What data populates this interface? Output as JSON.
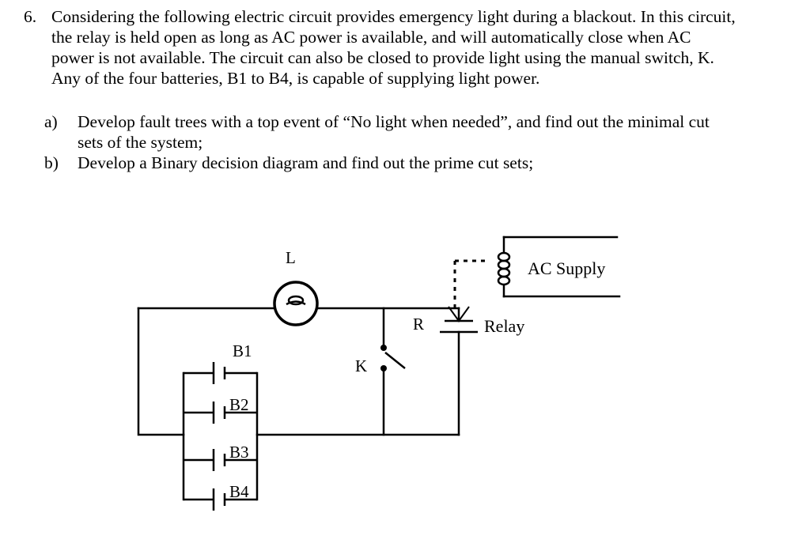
{
  "question": {
    "number": "6.",
    "text": "Considering the following electric circuit provides emergency light during a blackout. In this circuit, the relay is held open as long as AC power is available, and will automatically close when AC power is not available. The circuit can also be closed to provide light using the manual switch, K. Any of the four batteries, B1 to B4, is capable of supplying light power.",
    "parts": [
      {
        "label": "a)",
        "text": "Develop fault trees with a top event of “No light when needed”, and find out the minimal cut sets of the system;"
      },
      {
        "label": "b)",
        "text": "Develop a Binary decision diagram and find out the prime cut sets;"
      }
    ]
  },
  "diagram": {
    "lamp_label": "L",
    "switch_label": "K",
    "relay_contact_label": "R",
    "relay_label": "Relay",
    "ac_label": "AC Supply",
    "battery_labels": [
      "B1",
      "B2",
      "B3",
      "B4"
    ]
  }
}
